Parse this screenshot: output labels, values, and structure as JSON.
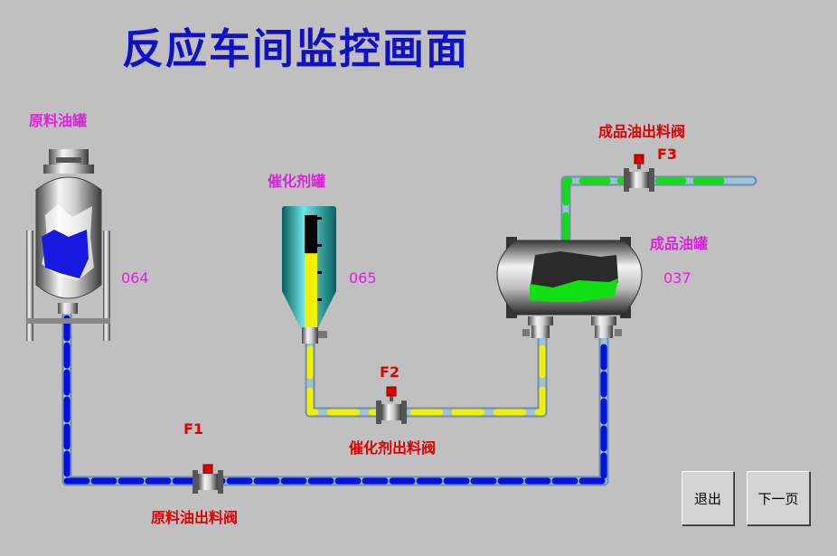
{
  "title": "反应车间监控画面",
  "tanks": {
    "raw_oil": {
      "label": "原料油罐",
      "value": "064"
    },
    "catalyst": {
      "label": "催化剂罐",
      "value": "065",
      "level": 0.66
    },
    "product": {
      "label": "成品油罐",
      "value": "037"
    }
  },
  "valves": {
    "f1": {
      "tag": "F1",
      "label": "原料油出料阀"
    },
    "f2": {
      "tag": "F2",
      "label": "催化剂出料阀"
    },
    "f3": {
      "tag": "F3",
      "label": "成品油出料阀"
    }
  },
  "buttons": {
    "exit": "退出",
    "next_page": "下一页"
  },
  "colors": {
    "raw_flow": "#0010e0",
    "catalyst_flow": "#f0f000",
    "product_flow": "#10e010",
    "pipe": "#8fb0cc",
    "label": "#e020e0",
    "valve_label": "#e00000"
  }
}
